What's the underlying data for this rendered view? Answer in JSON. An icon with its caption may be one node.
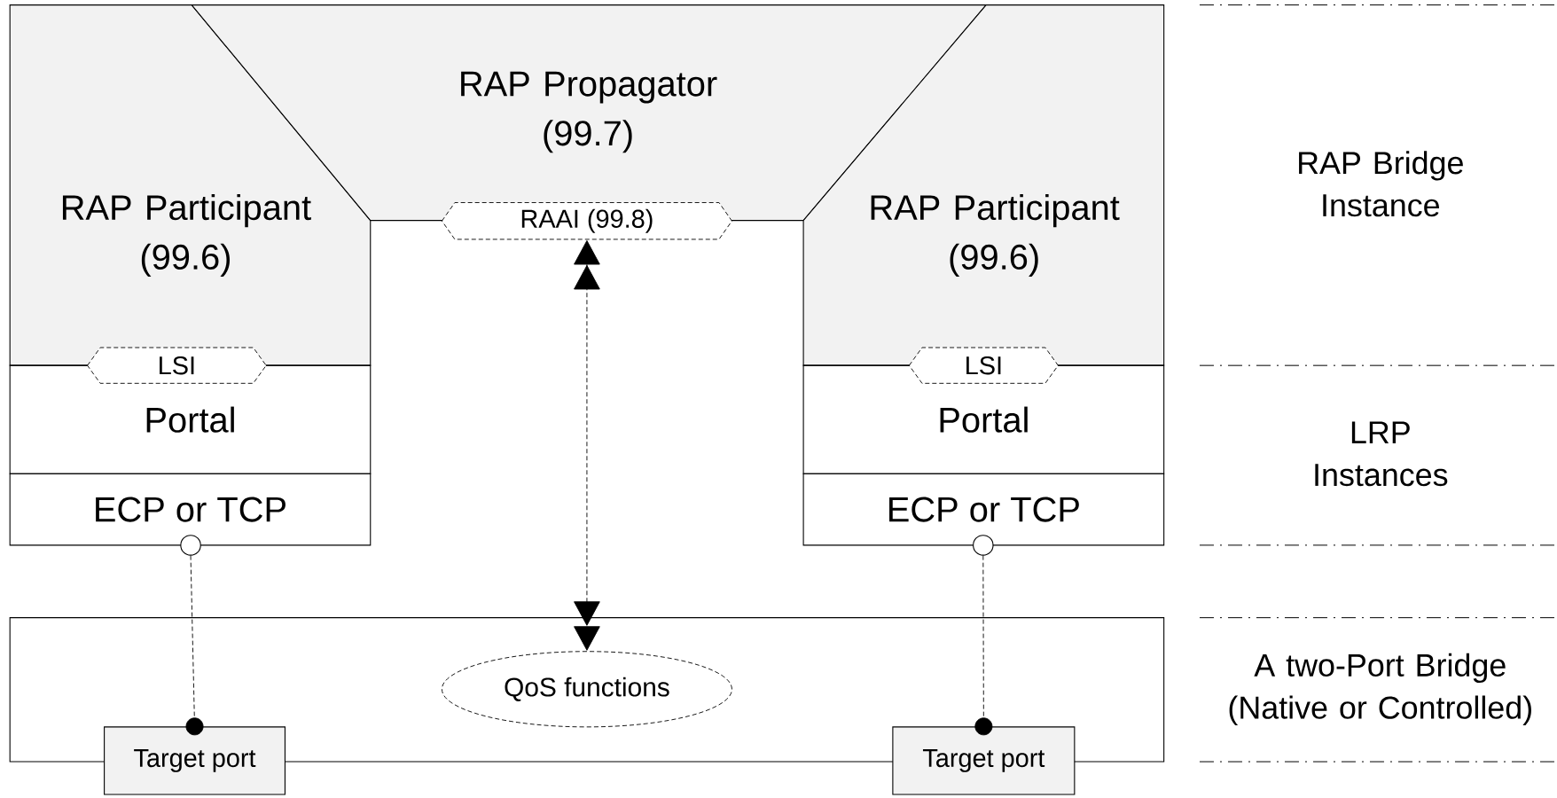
{
  "diagram": {
    "nodes": [
      {
        "text": [
          "RAP Participant (99.6)"
        ]
      },
      {
        "text": [
          "RAP Propagator (99.7)"
        ]
      },
      {
        "text": [
          "RAP Participant (99.6)"
        ]
      },
      {
        "text": [
          "RAAI (99.8)"
        ]
      },
      {
        "text": [
          "LSI"
        ]
      },
      {
        "text": [
          "Portal"
        ]
      },
      {
        "text": [
          "ECP or TCP"
        ]
      },
      {
        "text": [
          "LSI"
        ]
      },
      {
        "text": [
          "Portal"
        ]
      },
      {
        "text": [
          "ECP or TCP"
        ]
      },
      {
        "text": [],
        "shape": "circle"
      },
      {
        "text": [],
        "shape": "circle"
      },
      {
        "text": [],
        "shape": "box"
      },
      {
        "text": [
          "QoS functions"
        ],
        "in": 12
      },
      {
        "text": [
          "Target port"
        ]
      },
      {
        "text": [
          "Target port"
        ]
      }
    ],
    "edges": [
      {
        "from": 3,
        "to": 13,
        "arrow": "both",
        "style": "dashed"
      },
      {
        "from": 10,
        "to": 14,
        "arrow": "other",
        "style": "dashed"
      },
      {
        "from": 11,
        "to": 15,
        "arrow": "other",
        "style": "dashed"
      }
    ],
    "labels": [
      "RAP Bridge Instance",
      "LRP Instances",
      "A two-Port Bridge (Native or Controlled)"
    ]
  }
}
